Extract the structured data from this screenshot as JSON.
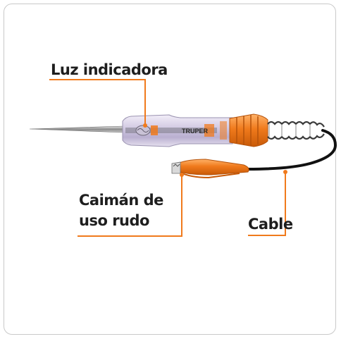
{
  "labels": {
    "indicator": "Luz indicadora",
    "clamp_line1": "Caimán de",
    "clamp_line2": "uso rudo",
    "cable": "Cable"
  },
  "brand": "TRUPER",
  "colors": {
    "accent": "#f07a1c",
    "text": "#1e1e1e",
    "border": "#c9c9c9",
    "cable": "#111111"
  }
}
